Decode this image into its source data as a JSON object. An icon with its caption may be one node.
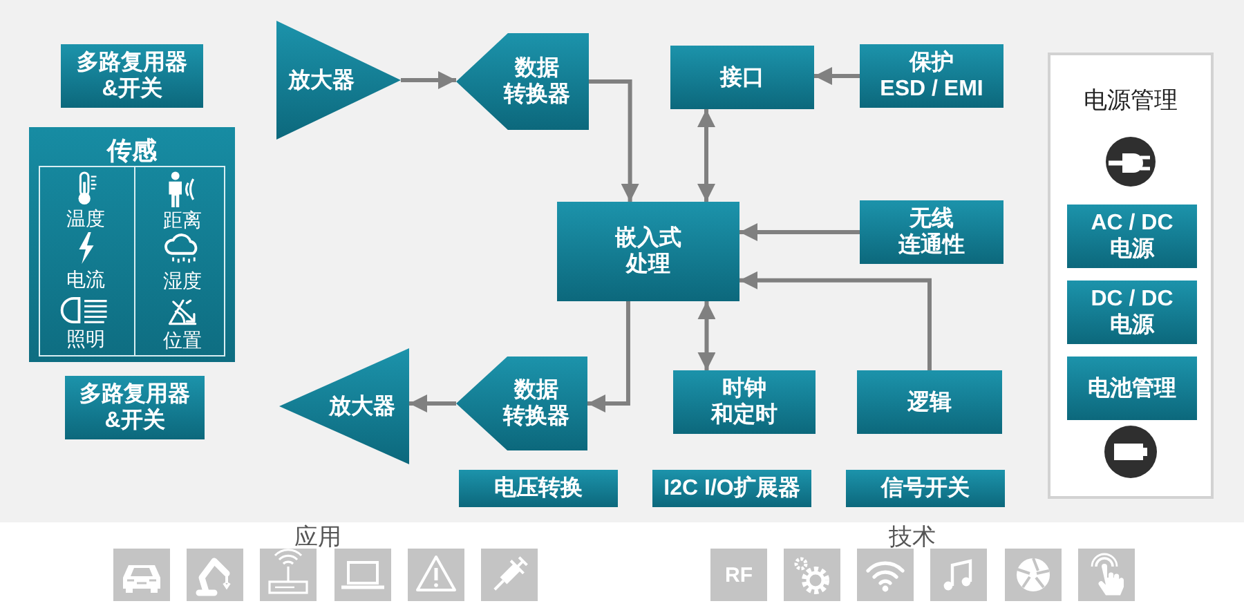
{
  "diagram": {
    "nodes": [
      {
        "text": [
          "多路复用器&开关"
        ]
      },
      {
        "text": [
          "传感",
          "温度",
          "距离",
          "电流",
          "湿度",
          "照明",
          "位置"
        ]
      },
      {
        "text": [
          "多路复用器&开关"
        ]
      },
      {
        "text": [
          "放大器"
        ]
      },
      {
        "text": [
          "数据转换器"
        ]
      },
      {
        "text": [
          "接口"
        ]
      },
      {
        "text": [
          "保护ESD / EMI"
        ]
      },
      {
        "text": [
          "嵌入式处理"
        ]
      },
      {
        "text": [
          "无线连通性"
        ]
      },
      {
        "text": [
          "放大器"
        ]
      },
      {
        "text": [
          "数据转换器"
        ]
      },
      {
        "text": [
          "时钟和定时"
        ]
      },
      {
        "text": [
          "逻辑"
        ]
      },
      {
        "text": [
          "电压转换"
        ]
      },
      {
        "text": [
          "I2C I/O扩展器"
        ]
      },
      {
        "text": [
          "信号开关"
        ]
      },
      {
        "text": [
          "电源管理"
        ]
      },
      {
        "text": [
          "AC / DC电源"
        ],
        "in": 16
      },
      {
        "text": [
          "DC / DC电源"
        ],
        "in": 16
      },
      {
        "text": [
          "电池管理"
        ],
        "in": 16
      }
    ],
    "edges": [
      {
        "from": 3,
        "to": 4,
        "arrow": "to"
      },
      {
        "from": 4,
        "to": 7,
        "arrow": "to"
      },
      {
        "from": 5,
        "to": 7,
        "arrow": "both"
      },
      {
        "from": 6,
        "to": 5,
        "arrow": "to"
      },
      {
        "from": 8,
        "to": 7,
        "arrow": "to"
      },
      {
        "from": 12,
        "to": 7,
        "arrow": "to"
      },
      {
        "from": 7,
        "to": 10,
        "arrow": "to"
      },
      {
        "from": 7,
        "to": 11,
        "arrow": "both"
      },
      {
        "from": 10,
        "to": 9,
        "arrow": "to"
      }
    ],
    "labels": [
      "应用",
      "技术",
      "RF"
    ]
  }
}
